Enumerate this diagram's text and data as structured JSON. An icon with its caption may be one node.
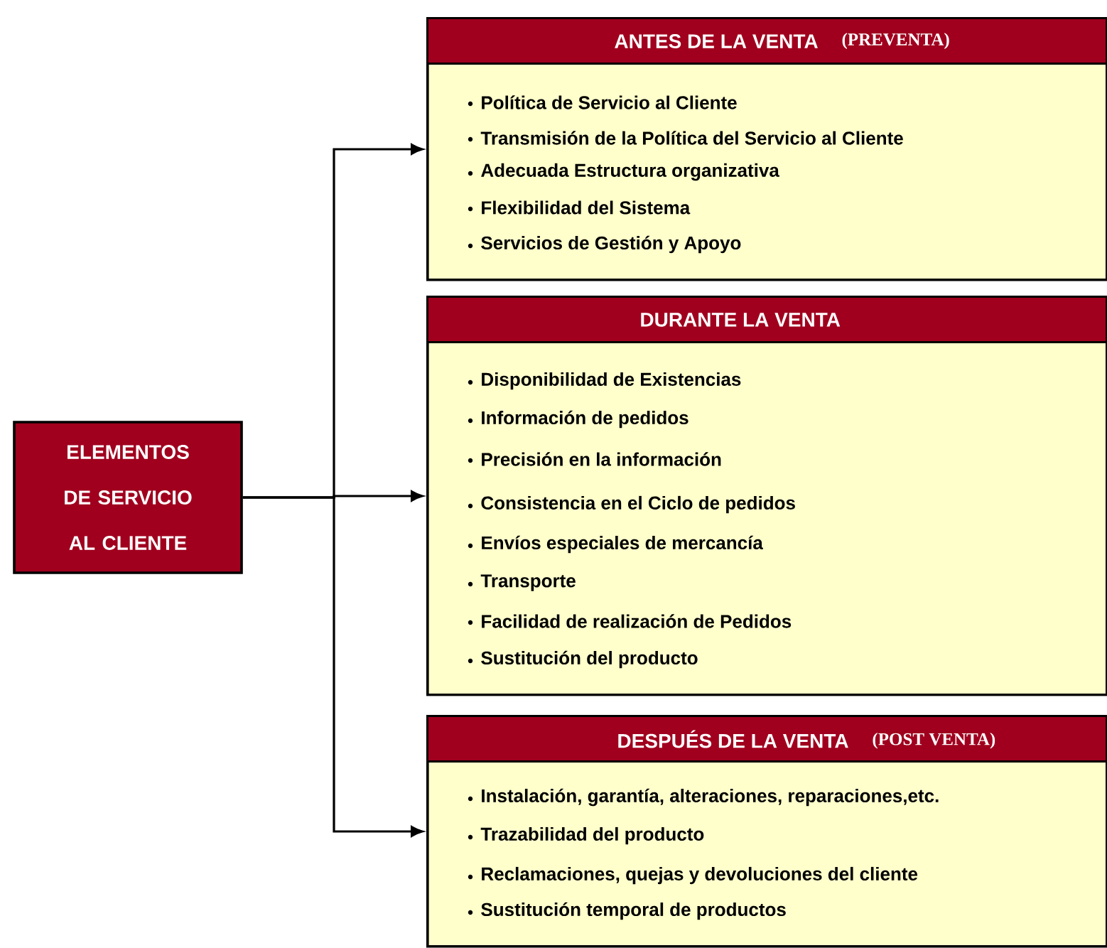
{
  "diagram": {
    "nodes": [
      {
        "text": [
          "ELEMENTOS DE SERVICIO AL CLIENTE"
        ]
      },
      {
        "text": [
          "Política de Servicio al Cliente",
          "Transmisión de la Política del Servicio al Cliente",
          "Adecuada Estructura organizativa",
          "Flexibilidad del Sistema",
          "Servicios de Gestión y Apoyo"
        ]
      },
      {
        "text": [
          "ANTES DE LA VENTA",
          "(PREVENTA)"
        ],
        "in": 1
      },
      {
        "text": [
          "Disponibilidad de Existencias",
          "Información de pedidos",
          "Precisión en la información",
          "Consistencia en el Ciclo de pedidos",
          "Envíos especiales de mercancía",
          "Transporte",
          "Facilidad de realización de Pedidos",
          "Sustitución del producto"
        ]
      },
      {
        "text": [
          "DURANTE LA VENTA"
        ],
        "in": 3
      },
      {
        "text": [
          "Instalación, garantía, alteraciones, reparaciones,etc.",
          "Trazabilidad del producto",
          "Reclamaciones, quejas y devoluciones del cliente",
          "Sustitución temporal de productos"
        ]
      },
      {
        "text": [
          "DESPUÉS DE LA VENTA",
          "(POST VENTA)"
        ],
        "in": 5
      }
    ],
    "edges": [
      {
        "from": 0,
        "to": 1,
        "arrow": "to"
      },
      {
        "from": 0,
        "to": 3,
        "arrow": "to"
      },
      {
        "from": 0,
        "to": 5,
        "arrow": "to"
      }
    ]
  }
}
